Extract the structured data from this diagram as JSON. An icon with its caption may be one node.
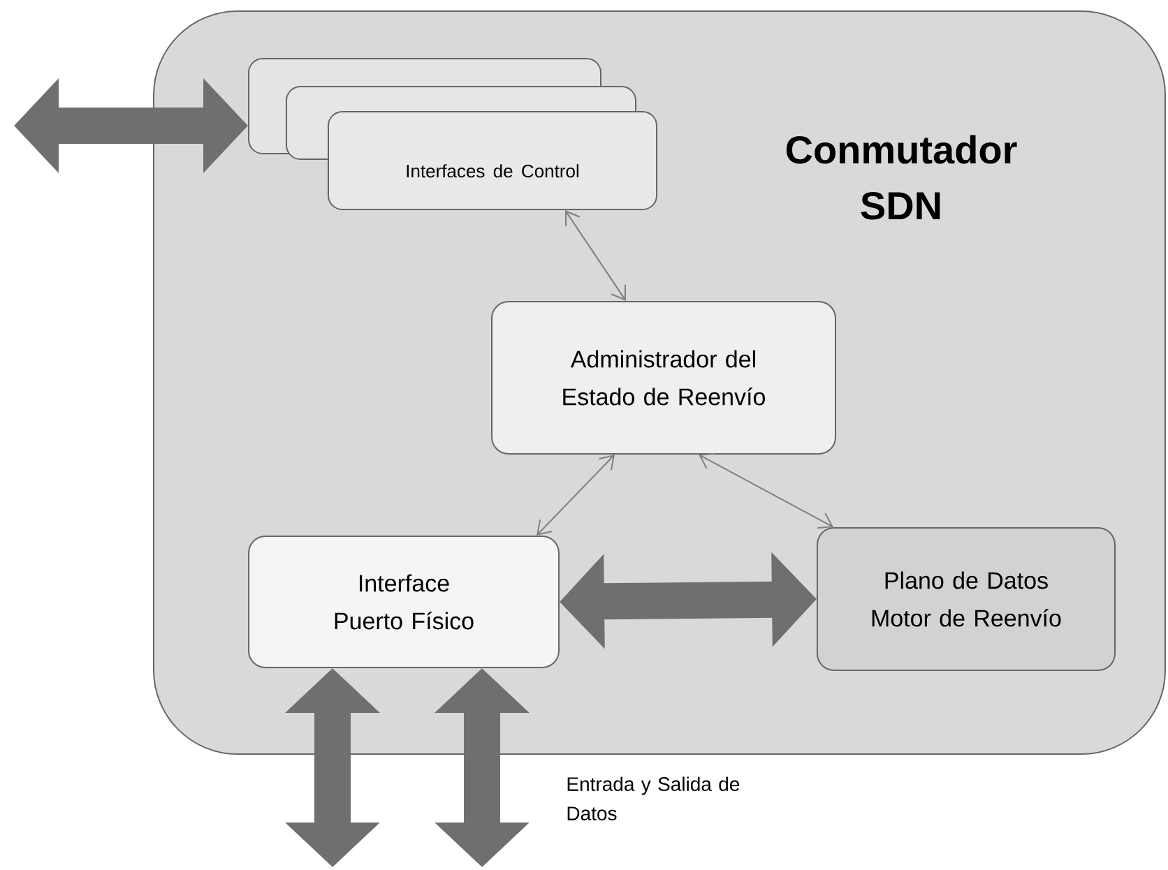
{
  "diagram": {
    "nodes": [
      {
        "text": [
          "Conmutador SDN"
        ]
      },
      {
        "text": [],
        "shape": "box",
        "in": 0
      },
      {
        "text": [],
        "shape": "box",
        "in": 0
      },
      {
        "text": [
          "Interfaces de Control"
        ],
        "in": 0
      },
      {
        "text": [
          "Administrador del Estado de Reenvío"
        ],
        "in": 0
      },
      {
        "text": [
          "Interface Puerto Físico"
        ],
        "in": 0
      },
      {
        "text": [
          "Plano de Datos Motor de Reenvío"
        ],
        "in": 0
      }
    ],
    "edges": [
      {
        "from": null,
        "to": 1,
        "arrow": "both"
      },
      {
        "from": 3,
        "to": 4,
        "arrow": "both",
        "color": "#808080"
      },
      {
        "from": 4,
        "to": 5,
        "arrow": "both",
        "color": "#808080"
      },
      {
        "from": 4,
        "to": 6,
        "arrow": "both",
        "color": "#808080"
      },
      {
        "from": 5,
        "to": 6,
        "arrow": "both"
      },
      {
        "from": 5,
        "to": null,
        "arrow": "both"
      },
      {
        "from": 5,
        "to": null,
        "arrow": "both"
      }
    ],
    "labels": [
      "Entrada y Salida de Datos"
    ]
  }
}
